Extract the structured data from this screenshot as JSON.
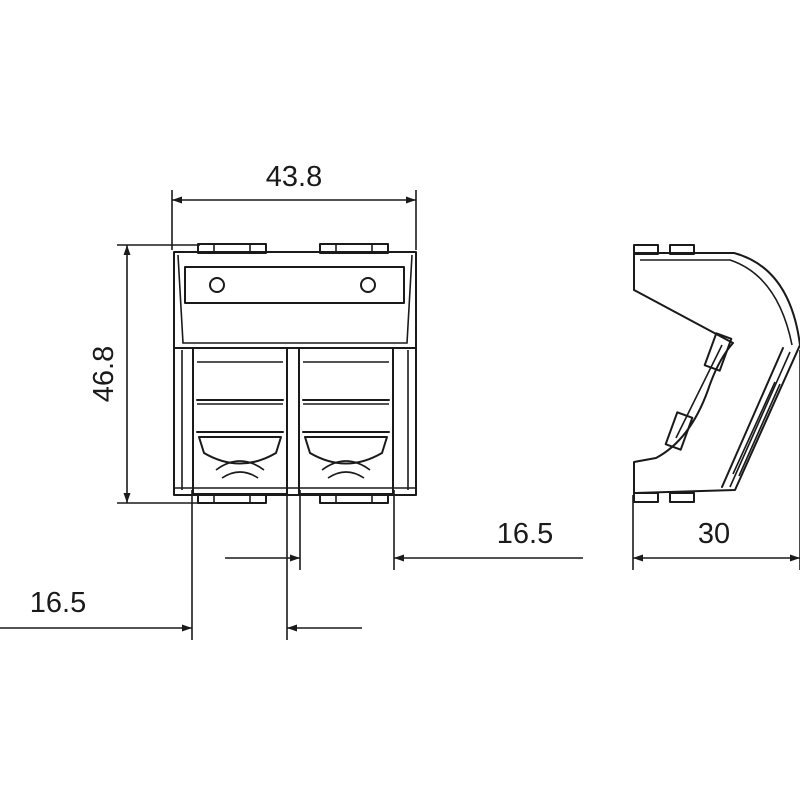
{
  "dimensions": {
    "width": "43.8",
    "height": "46.8",
    "socket_spacing": "16.5",
    "socket_offset": "16.5",
    "depth": "30"
  },
  "colors": {
    "line": "#1a1a1a",
    "background": "#ffffff"
  }
}
